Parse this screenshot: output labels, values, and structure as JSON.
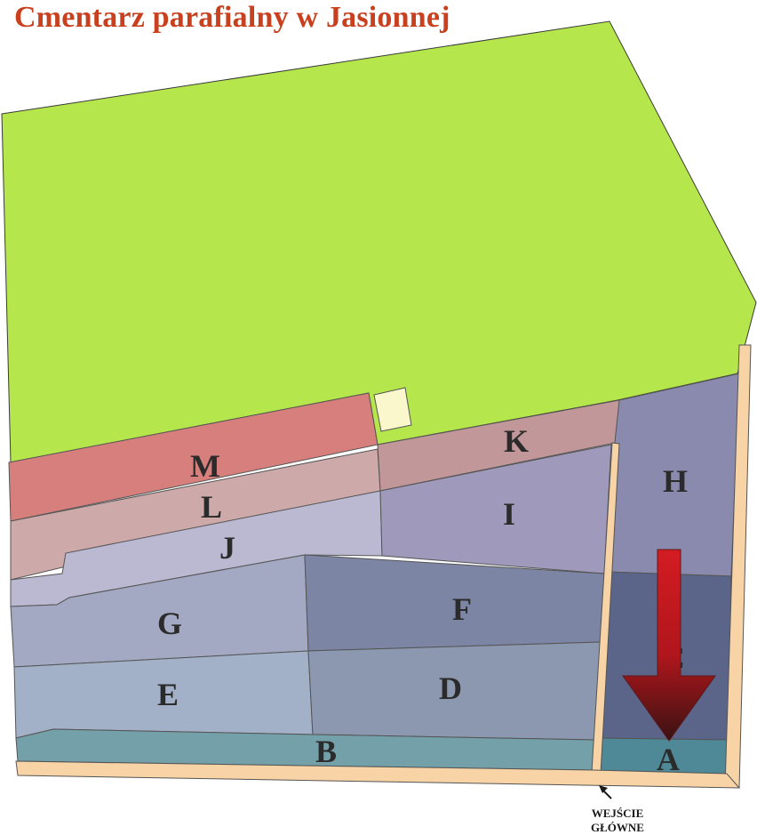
{
  "title": "Cmentarz parafialny w Jasionnej",
  "sections": {
    "A": "A",
    "B": "B",
    "C": "C",
    "D": "D",
    "E": "E",
    "F": "F",
    "G": "G",
    "H": "H",
    "I": "I",
    "J": "J",
    "K": "K",
    "L": "L",
    "M": "M"
  },
  "entrance": {
    "line1": "WEJŚCIE",
    "line2": "GŁÓWNE"
  },
  "colors": {
    "green_area": "#b5e64b",
    "M": "#d67f7c",
    "K": "#c1979a",
    "L": "#cda9a9",
    "J": "#bbb8d2",
    "I": "#9f99bb",
    "H": "#8a89ae",
    "G": "#a3a8c3",
    "F": "#7c85a3",
    "E": "#a2b0c8",
    "D": "#8b98b0",
    "C": "#5a6589",
    "B": "#74a0a9",
    "A": "#4f8896",
    "path": "#f8d3a6",
    "arrow": "#b5171c",
    "title": "#c8401e"
  }
}
